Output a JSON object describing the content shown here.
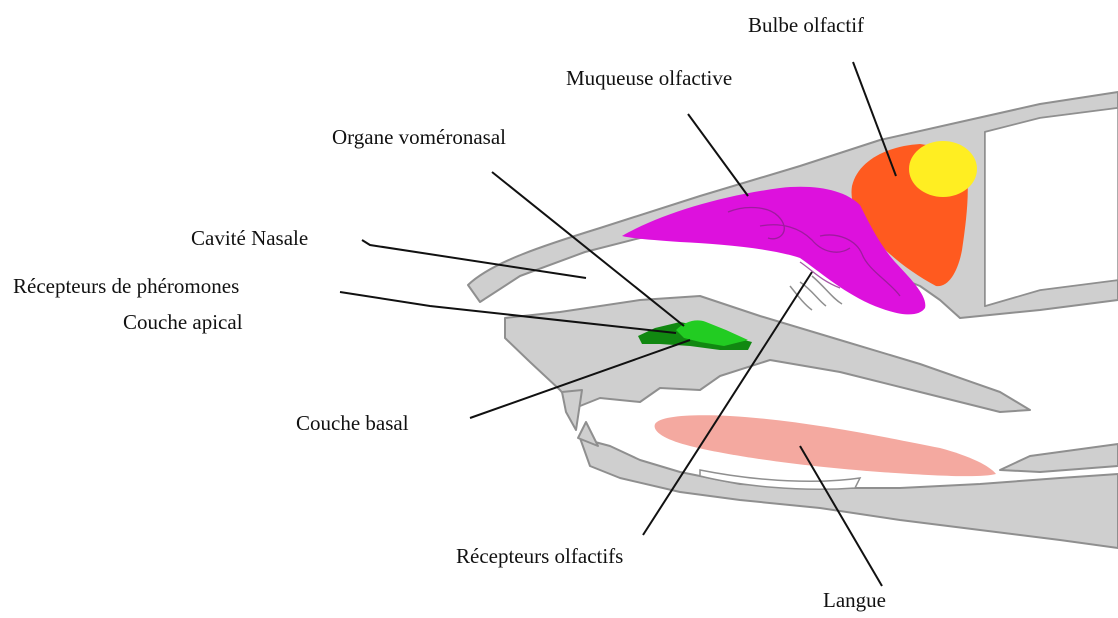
{
  "labels": {
    "bulbe_olfactif": "Bulbe olfactif",
    "muqueuse_olfactive": "Muqueuse olfactive",
    "organe_vomeronasal": "Organe voméronasal",
    "cavite_nasale": "Cavité Nasale",
    "recepteurs_pheromones": "Récepteurs de phéromones",
    "couche_apical": "Couche apical",
    "couche_basal": "Couche basal",
    "recepteurs_olfactifs": "Récepteurs olfactifs",
    "langue": "Langue"
  },
  "colors": {
    "skull": "#cfcfcf",
    "skull_outline": "#8f8f8f",
    "olfactory_bulb": "#ff5a1f",
    "olfactory_bulb_spot": "#ffee22",
    "olfactory_mucosa": "#dd11dd",
    "vomeronasal_apical": "#22cc22",
    "vomeronasal_basal": "#118811",
    "tongue": "#f4a9a0"
  }
}
